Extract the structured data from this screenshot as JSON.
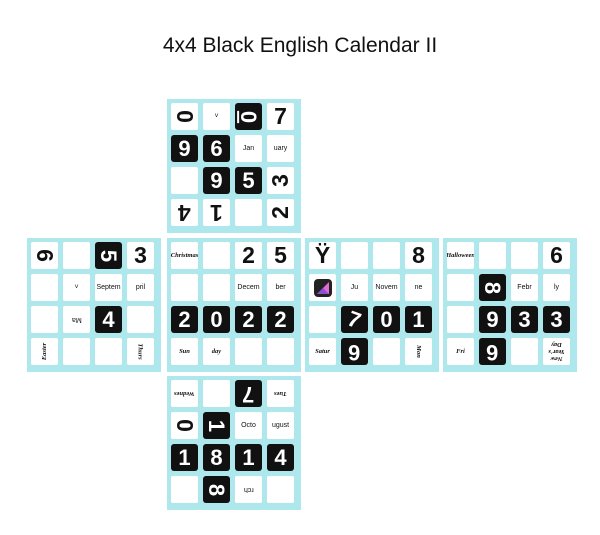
{
  "title": "4x4 Black English Calendar II",
  "faces": {
    "top": {
      "cells": [
        {
          "text": "0",
          "style": "big rot90"
        },
        {
          "text": "˅",
          "style": "small"
        },
        {
          "text": "0",
          "style": "big black ul rot90"
        },
        {
          "text": "7",
          "style": "big"
        },
        {
          "text": "9",
          "style": "big black"
        },
        {
          "text": "6",
          "style": "big black"
        },
        {
          "text": "Jan",
          "style": "small"
        },
        {
          "text": "uary",
          "style": "small"
        },
        {
          "text": "",
          "style": ""
        },
        {
          "text": "9",
          "style": "big black"
        },
        {
          "text": "5",
          "style": "big black"
        },
        {
          "text": "3",
          "style": "big rot270"
        },
        {
          "text": "4",
          "style": "big rot180"
        },
        {
          "text": "1",
          "style": "big rot180"
        },
        {
          "text": "",
          "style": ""
        },
        {
          "text": "2",
          "style": "big rot270"
        }
      ]
    },
    "left": {
      "cells": [
        {
          "text": "6",
          "style": "big rot90"
        },
        {
          "text": "",
          "style": ""
        },
        {
          "text": "5",
          "style": "big black rot90"
        },
        {
          "text": "3",
          "style": "big"
        },
        {
          "text": "",
          "style": ""
        },
        {
          "text": "˅",
          "style": "small"
        },
        {
          "text": "Septem",
          "style": "small"
        },
        {
          "text": "pril",
          "style": "small"
        },
        {
          "text": "",
          "style": ""
        },
        {
          "text": "Ma",
          "style": "small rot180"
        },
        {
          "text": "4",
          "style": "big black"
        },
        {
          "text": "",
          "style": ""
        },
        {
          "text": "Easter",
          "style": "serif rot270"
        },
        {
          "text": "",
          "style": ""
        },
        {
          "text": "",
          "style": ""
        },
        {
          "text": "Thurs",
          "style": "serif rot90"
        }
      ]
    },
    "front": {
      "cells": [
        {
          "text": "Christmas",
          "style": "serif"
        },
        {
          "text": "",
          "style": ""
        },
        {
          "text": "2",
          "style": "big"
        },
        {
          "text": "5",
          "style": "big"
        },
        {
          "text": "",
          "style": ""
        },
        {
          "text": "",
          "style": ""
        },
        {
          "text": "Decem",
          "style": "small"
        },
        {
          "text": "ber",
          "style": "small"
        },
        {
          "text": "2",
          "style": "big black"
        },
        {
          "text": "0",
          "style": "big black"
        },
        {
          "text": "2",
          "style": "big black"
        },
        {
          "text": "2",
          "style": "big black"
        },
        {
          "text": "Sun",
          "style": "serif"
        },
        {
          "text": "day",
          "style": "serif"
        },
        {
          "text": "",
          "style": ""
        },
        {
          "text": "",
          "style": ""
        }
      ]
    },
    "right": {
      "cells": [
        {
          "text": "Ÿ",
          "style": "big"
        },
        {
          "text": "",
          "style": ""
        },
        {
          "text": "",
          "style": ""
        },
        {
          "text": "8",
          "style": "big"
        },
        {
          "text": "◩",
          "style": "icon"
        },
        {
          "text": "Ju",
          "style": "small"
        },
        {
          "text": "Novem",
          "style": "small"
        },
        {
          "text": "ne",
          "style": "small"
        },
        {
          "text": "",
          "style": ""
        },
        {
          "text": "7",
          "style": "big black tilt"
        },
        {
          "text": "0",
          "style": "big black"
        },
        {
          "text": "1",
          "style": "big black"
        },
        {
          "text": "Satur",
          "style": "serif"
        },
        {
          "text": "6",
          "style": "big black rot180"
        },
        {
          "text": "",
          "style": ""
        },
        {
          "text": "Mon",
          "style": "serif rot90"
        }
      ]
    },
    "back": {
      "cells": [
        {
          "text": "Halloween",
          "style": "serif"
        },
        {
          "text": "",
          "style": ""
        },
        {
          "text": "",
          "style": ""
        },
        {
          "text": "6",
          "style": "big"
        },
        {
          "text": "",
          "style": ""
        },
        {
          "text": "8",
          "style": "big black rot90"
        },
        {
          "text": "Febr",
          "style": "small"
        },
        {
          "text": "ly",
          "style": "small"
        },
        {
          "text": "",
          "style": ""
        },
        {
          "text": "9",
          "style": "big black"
        },
        {
          "text": "3",
          "style": "big black"
        },
        {
          "text": "3",
          "style": "big black"
        },
        {
          "text": "Fri",
          "style": "serif"
        },
        {
          "text": "6",
          "style": "big black rot180"
        },
        {
          "text": "",
          "style": ""
        },
        {
          "text": "New Year's Day",
          "style": "serif rot180"
        }
      ]
    },
    "bottom": {
      "cells": [
        {
          "text": "Wednes",
          "style": "serif rot180"
        },
        {
          "text": "",
          "style": ""
        },
        {
          "text": "7",
          "style": "big black rot180"
        },
        {
          "text": "Tues",
          "style": "serif rot180"
        },
        {
          "text": "0",
          "style": "big rot90"
        },
        {
          "text": "1",
          "style": "big black rot90"
        },
        {
          "text": "Octo",
          "style": "small"
        },
        {
          "text": "ugust",
          "style": "small"
        },
        {
          "text": "1",
          "style": "big black"
        },
        {
          "text": "8",
          "style": "big black"
        },
        {
          "text": "1",
          "style": "big black"
        },
        {
          "text": "4",
          "style": "big black"
        },
        {
          "text": "",
          "style": ""
        },
        {
          "text": "8",
          "style": "big black rot90"
        },
        {
          "text": "rch",
          "style": "small rot180"
        },
        {
          "text": "",
          "style": ""
        }
      ]
    }
  }
}
